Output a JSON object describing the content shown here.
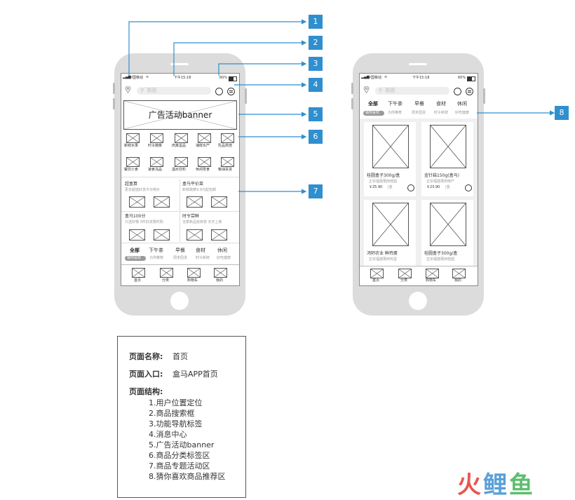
{
  "status_bar": {
    "carrier": "中国移动",
    "time": "下午15:18",
    "battery": "60%"
  },
  "search": {
    "placeholder": "青团"
  },
  "banner": {
    "label": "广告活动banner"
  },
  "categories_row1": [
    "新鲜水果",
    "时令蔬菜",
    "肉禽蛋品",
    "海鲜水产",
    "乳品烘焙"
  ],
  "categories_row2": [
    "餐饮小食",
    "速食冻品",
    "酒水饮料",
    "休闲零食",
    "粮油百货"
  ],
  "promo_blocks": [
    {
      "title": "超盒算",
      "subtitle": "更多超值好货今日特价"
    },
    {
      "title": "盒马平价菜",
      "subtitle": "新鲜蔬菜9.9元起包邮"
    },
    {
      "title": "盒马100分",
      "subtitle": "只选好物 3件好货限时购"
    },
    {
      "title": "时令尝鲜",
      "subtitle": "当季新品抢鲜尝 天天上新"
    }
  ],
  "tabs": [
    "全部",
    "下午茶",
    "早餐",
    "食材",
    "休闲"
  ],
  "subtabs": [
    "猜你喜欢",
    "为你推荐",
    "周末囤货",
    "时令新鲜",
    "好吃健康"
  ],
  "bottom_nav": [
    "首页",
    "分类",
    "购物车",
    "我的"
  ],
  "products": [
    {
      "name": "桂圆盒子300g/盒",
      "desc": "正宗福建莆田桂圆",
      "price": "￥25.90"
    },
    {
      "name": "金针菇150g(盒马)",
      "desc": "正宗福建莆田特产",
      "price": "￥23.90"
    },
    {
      "name": "鸿轩农业 鲜鸡蛋",
      "desc": "正宗福建莆田鸡蛋",
      "price": ""
    },
    {
      "name": "桂圆盒子300g/盒",
      "desc": "正宗福建莆田桂圆",
      "price": ""
    }
  ],
  "callout_numbers": [
    "1",
    "2",
    "3",
    "4",
    "5",
    "6",
    "7",
    "8"
  ],
  "description": {
    "name_label": "页面名称:",
    "name_value": "首页",
    "entry_label": "页面入口:",
    "entry_value": "盒马APP首页",
    "structure_label": "页面结构:",
    "structure_items": [
      "1.用户位置定位",
      "2.商品搜索框",
      "3.功能导航标签",
      "4.消息中心",
      "5.广告活动banner",
      "6.商品分类标签区",
      "7.商品专题活动区",
      "8.猜你喜欢商品推荐区"
    ]
  },
  "watermark": {
    "text": "火鲤鱼"
  },
  "colors": {
    "callout": "#2f8fcf",
    "wm_red": "#e8574f",
    "wm_blue": "#5aa0d8",
    "wm_green": "#5cbf6e"
  }
}
